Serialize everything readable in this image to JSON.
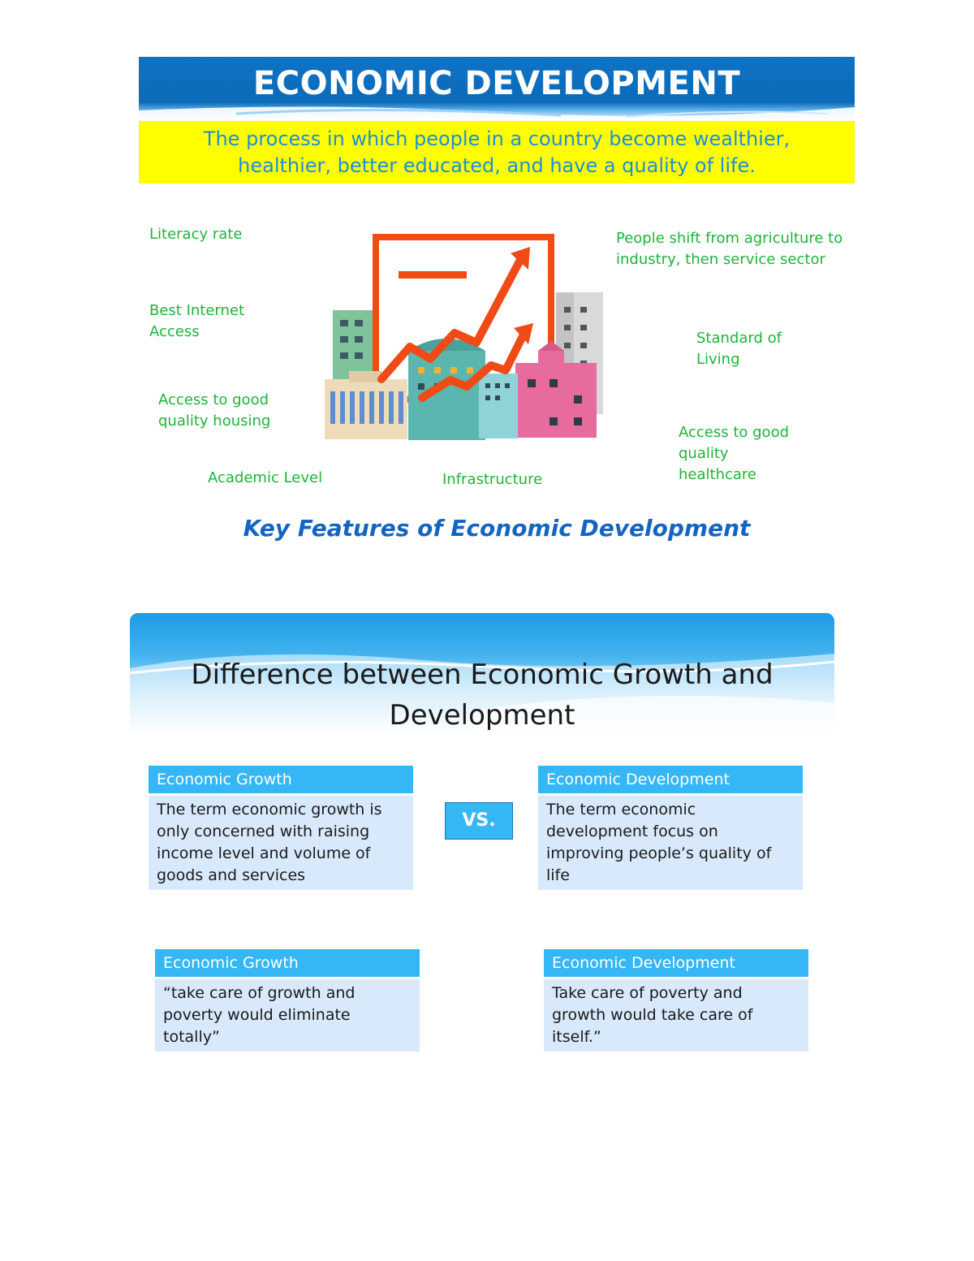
{
  "header": {
    "title": "ECONOMIC DEVELOPMENT",
    "definition_line1": "The process in which people in a country become wealthier,",
    "definition_line2": "healthier, better educated, and have a quality of life."
  },
  "features": {
    "literacy_rate": "Literacy rate",
    "internet_line1": "Best Internet",
    "internet_line2": "Access",
    "housing_line1": "Access to good",
    "housing_line2": "quality housing",
    "academic_level": "Academic Level",
    "infrastructure": "Infrastructure",
    "sector_shift_line1": "People shift from agriculture to",
    "sector_shift_line2": "industry, then service sector",
    "standard_line1": "Standard of",
    "standard_line2": "Living",
    "healthcare_line1": "Access to good",
    "healthcare_line2": "quality",
    "healthcare_line3": "healthcare"
  },
  "caption": "Key Features of Economic Development",
  "difference": {
    "title_line1": "Difference between Economic Growth and",
    "title_line2": "Development",
    "vs": "VS.",
    "cards": [
      {
        "heading": "Economic Growth",
        "lines": [
          "The term  economic growth is",
          "only concerned with raising",
          "income level and volume of",
          "goods and services"
        ]
      },
      {
        "heading": "Economic Development",
        "lines": [
          "The term  economic",
          "development focus on",
          "improving people’s quality of",
          "life"
        ]
      },
      {
        "heading": "Economic Growth",
        "lines": [
          "“take care of growth and",
          "poverty would eliminate",
          "totally”"
        ]
      },
      {
        "heading": "Economic Development",
        "lines": [
          "Take care of poverty and",
          "growth would take care of",
          "itself.”"
        ]
      }
    ]
  },
  "colors": {
    "banner_blue": "#0f73c6",
    "definition_yellow": "#ffff00",
    "feature_green": "#1fb33a",
    "caption_blue": "#1565c0",
    "card_head": "#35b6f5",
    "card_body": "#d8e9fb",
    "chart_orange": "#f04a16"
  }
}
